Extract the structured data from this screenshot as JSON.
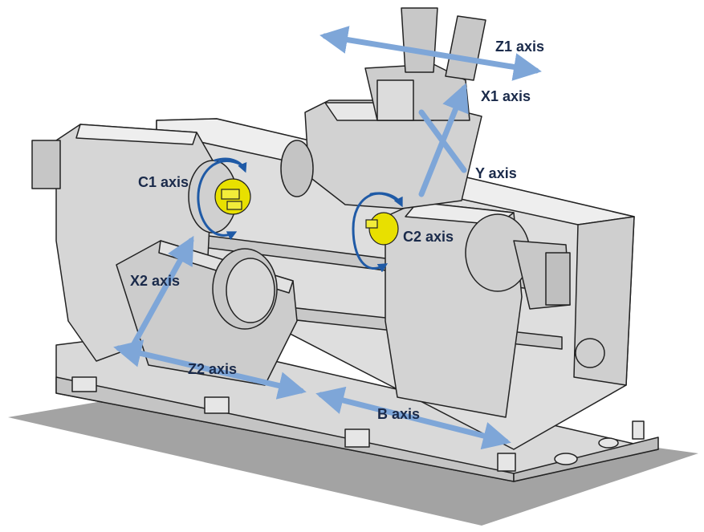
{
  "diagram": {
    "axes": [
      {
        "id": "z1",
        "label": "Z1 axis"
      },
      {
        "id": "x1",
        "label": "X1 axis"
      },
      {
        "id": "y",
        "label": "Y axis"
      },
      {
        "id": "c1",
        "label": "C1 axis"
      },
      {
        "id": "c2",
        "label": "C2 axis"
      },
      {
        "id": "x2",
        "label": "X2 axis"
      },
      {
        "id": "z2",
        "label": "Z2 axis"
      },
      {
        "id": "b",
        "label": "B axis"
      }
    ]
  },
  "colors": {
    "machine_fill": "#d9d9d9",
    "machine_shadow": "#bdbdbd",
    "machine_outline": "#222222",
    "floor": "#a3a3a3",
    "axis_arrow": "#7ea6d8",
    "rotation_arrow": "#1f5aa6",
    "chuck": "#e8e000",
    "label_text": "#1a2a4a"
  }
}
